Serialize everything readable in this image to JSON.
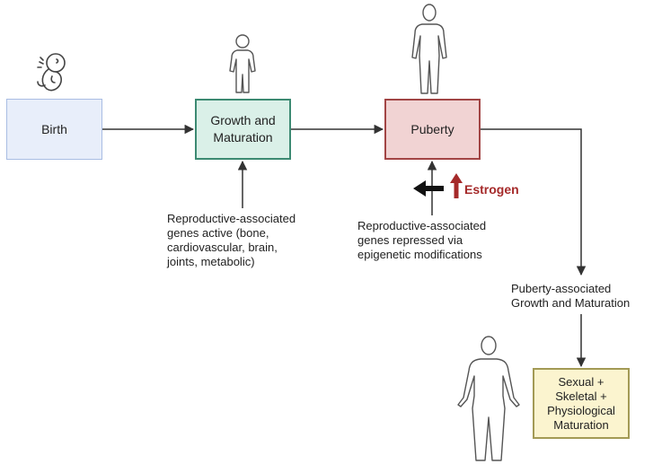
{
  "nodes": {
    "birth": "Birth",
    "growth": "Growth and\nMaturation",
    "puberty": "Puberty",
    "final": "Sexual +\nSkeletal +\nPhysiological\nMaturation"
  },
  "labels": {
    "active": "Reproductive-associated\ngenes active (bone,\ncardiovascular, brain,\njoints, metabolic)",
    "repressed": "Reproductive-associated\ngenes repressed via\nepigenetic modifications",
    "estrogen": "Estrogen",
    "puberty_growth": "Puberty-associated\nGrowth and Maturation"
  },
  "icons": {
    "fetus": "fetus-icon",
    "child": "child-figure-icon",
    "adolescent": "adolescent-figure-icon",
    "adult": "adult-figure-icon",
    "estrogen_up": "arrow-up-icon",
    "estrogen_effect": "arrow-left-icon"
  },
  "colors": {
    "birth_fill": "#e8eefa",
    "growth_fill": "#daf0e8",
    "puberty_fill": "#f1d3d3",
    "final_fill": "#fbf4cf",
    "estrogen": "#a52a2a",
    "connector": "#333333"
  }
}
